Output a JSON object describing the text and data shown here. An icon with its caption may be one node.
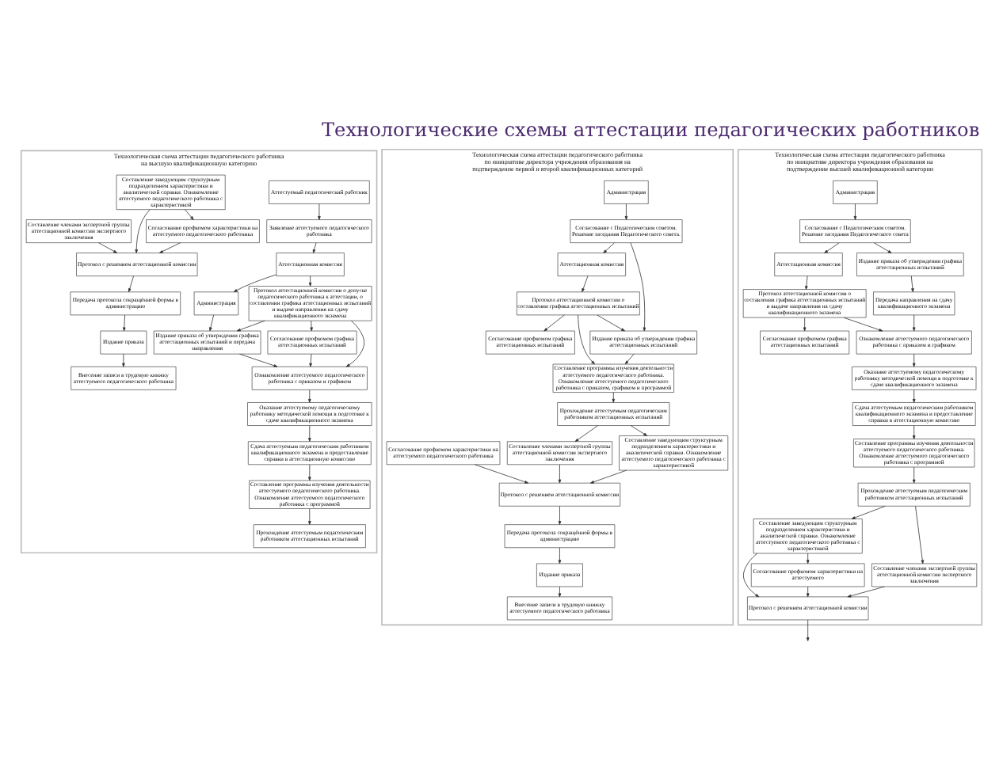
{
  "diagram": {
    "title": "Технологические схемы аттестации педагогических работников",
    "nodes": [
      {
        "text": [
          "Технологическая схема аттестации педагогического работника на высшую квалификационную категорию"
        ]
      },
      {
        "text": [
          "Аттестуемый педагогический работник"
        ],
        "in": 0
      },
      {
        "text": [
          "Заявление аттестуемого педагогического работника"
        ],
        "in": 0
      },
      {
        "text": [
          "Аттестационная комиссия"
        ],
        "in": 0
      },
      {
        "text": [
          "Администрация"
        ],
        "in": 0
      },
      {
        "text": [
          "Протокол аттестационной комиссии о допуске педагогического работника к аттестации, о составлении графика аттестационных испытаний и выдаче направления на сдачу квалификационного экзамена"
        ],
        "in": 0
      },
      {
        "text": [
          "Согласование профкомом графика аттестационных испытаний"
        ],
        "in": 0
      },
      {
        "text": [
          "Издание приказа об утверждении графика аттестационных испытаний и передача направления"
        ],
        "in": 0
      },
      {
        "text": [
          "Ознакомление аттестуемого педагогического работника с приказом и графиком"
        ],
        "in": 0
      },
      {
        "text": [
          "Оказание аттестуемому педагогическому работнику методической помощи в подготовке к сдаче квалификационного экзамена"
        ],
        "in": 0
      },
      {
        "text": [
          "Сдача аттестуемым педагогическим работником квалификационного экзамена и предоставление справки в аттестационную комиссию"
        ],
        "in": 0
      },
      {
        "text": [
          "Составление программы изучения деятельности аттестуемого педагогического работника. Ознакомление аттестуемого педагогического работника с программой"
        ],
        "in": 0
      },
      {
        "text": [
          "Прохождение аттестуемым педагогическим работником аттестационных испытаний"
        ],
        "in": 0
      },
      {
        "text": [
          "Составление заведующим структурным подразделением характеристики и аналитической справки. Ознакомление аттестуемого педагогического работника с характеристикой"
        ],
        "in": 0
      },
      {
        "text": [
          "Составление членами экспертной группы аттестационной комиссии экспертного заключения"
        ],
        "in": 0
      },
      {
        "text": [
          "Протокол с решением аттестационной комиссии"
        ],
        "in": 0
      },
      {
        "text": [
          "Согласование профкомом характеристики на аттестуемого педагогического работника"
        ],
        "in": 0
      },
      {
        "text": [
          "Передача протокола сокращённой формы в администрацию"
        ],
        "in": 0
      },
      {
        "text": [
          "Издание приказа"
        ],
        "in": 0
      },
      {
        "text": [
          "Внесение записи в трудовую книжку аттестуемого педагогического работника"
        ],
        "in": 0
      },
      {
        "text": [
          "Технологическая схема аттестации педагогического работника по инициативе директора учреждения образования на подтверждение первой и второй квалификационных категорий"
        ]
      },
      {
        "text": [
          "Администрация"
        ],
        "in": 20
      },
      {
        "text": [
          "Согласование с Педагогическим советом. Решение заседания Педагогического совета."
        ],
        "in": 20
      },
      {
        "text": [
          "Аттестационная комиссия"
        ],
        "in": 20
      },
      {
        "text": [
          "Протокол аттестационной комиссии о составлении графика аттестационных испытаний"
        ],
        "in": 20
      },
      {
        "text": [
          "Согласование профкомом графика аттестационных испытаний"
        ],
        "in": 20
      },
      {
        "text": [
          "Издание приказа об утверждении графика аттестационных испытаний"
        ],
        "in": 20
      },
      {
        "text": [
          "Составление программы изучения деятельности аттестуемого педагогического работника. Ознакомление аттестуемого педагогического работника с приказом, графиком и программой"
        ],
        "in": 20
      },
      {
        "text": [
          "Прохождение аттестуемым педагогическим работником аттестационных испытаний"
        ],
        "in": 20
      },
      {
        "text": [
          "Составление заведующим структурным подразделением характеристики и аналитической справки. Ознакомление аттестуемого педагогического работника с характеристикой"
        ],
        "in": 20
      },
      {
        "text": [
          "Составление членами экспертной группы аттестационной комиссии экспертного заключения"
        ],
        "in": 20
      },
      {
        "text": [
          "Протокол с решением аттестационной комиссии"
        ],
        "in": 20
      },
      {
        "text": [
          "Согласование профкомом характеристики на аттестуемого педагогического работника"
        ],
        "in": 20
      },
      {
        "text": [
          "Передача протокола сокращённой формы в администрацию"
        ],
        "in": 20
      },
      {
        "text": [
          "Издание приказа"
        ],
        "in": 20
      },
      {
        "text": [
          "Внесение записи в трудовую книжку аттестуемого педагогического работника"
        ],
        "in": 20
      },
      {
        "text": [
          "Технологическая схема аттестации педагогического работника по инициативе директора учреждения образования на подтверждение высшей квалификационной категории"
        ]
      },
      {
        "text": [
          "Администрация"
        ],
        "in": 36
      },
      {
        "text": [
          "Согласование с Педагогическим советом. Решение заседания Педагогического совета"
        ],
        "in": 36
      },
      {
        "text": [
          "Аттестационная комиссия"
        ],
        "in": 36
      },
      {
        "text": [
          "Издание приказа об утверждении графика аттестационных испытаний"
        ],
        "in": 36
      },
      {
        "text": [
          "Протокол аттестационной комиссии о составлении графика аттестационных испытаний и выдаче направления на сдачу квалификационного экзамена"
        ],
        "in": 36
      },
      {
        "text": [
          "Согласование профкомом графика аттестационных испытаний"
        ],
        "in": 36
      },
      {
        "text": [
          "Передача направления на сдачу квалификационного экзамена"
        ],
        "in": 36
      },
      {
        "text": [
          "Ознакомление аттестуемого педагогического работника с приказом и графиком"
        ],
        "in": 36
      },
      {
        "text": [
          "Оказание аттестуемому педагогическому работнику методической помощи в подготовке к сдаче квалификационного экзамена"
        ],
        "in": 36
      },
      {
        "text": [
          "Сдача аттестуемым педагогическим работником квалификационного экзамена и предоставление справки в аттестационную комиссию"
        ],
        "in": 36
      },
      {
        "text": [
          "Составление программы изучения деятельности аттестуемого педагогического работника. Ознакомление аттестуемого педагогического работника с программой"
        ],
        "in": 36
      },
      {
        "text": [
          "Прохождение аттестуемым педагогическим работником аттестационных испытаний"
        ],
        "in": 36
      },
      {
        "text": [
          "Составление заведующим структурным подразделением характеристики и аналитической справки. Ознакомление аттестуемого педагогического работника с характеристикой"
        ],
        "in": 36
      },
      {
        "text": [
          "Составление членами экспертной группы аттестационной комиссии экспертного заключения"
        ],
        "in": 36
      },
      {
        "text": [
          "Протокол с решением аттестационной комиссии"
        ],
        "in": 36
      },
      {
        "text": [
          "Согласование профкомом характеристики на аттестуемого"
        ],
        "in": 36
      }
    ],
    "edges": [
      {
        "from": 1,
        "to": 2,
        "arrow": "to"
      },
      {
        "from": 2,
        "to": 3,
        "arrow": "to"
      },
      {
        "from": 3,
        "to": 4,
        "arrow": "to"
      },
      {
        "from": 3,
        "to": 5,
        "arrow": "to"
      },
      {
        "from": 4,
        "to": 7,
        "arrow": "to"
      },
      {
        "from": 5,
        "to": 7,
        "arrow": "to"
      },
      {
        "from": 5,
        "to": 6,
        "arrow": "to"
      },
      {
        "from": 5,
        "to": 8,
        "arrow": "to"
      },
      {
        "from": 6,
        "to": 8,
        "arrow": "to"
      },
      {
        "from": 7,
        "to": 8,
        "arrow": "to"
      },
      {
        "from": 8,
        "to": 9,
        "arrow": "to"
      },
      {
        "from": 9,
        "to": 10,
        "arrow": "to"
      },
      {
        "from": 10,
        "to": 11,
        "arrow": "to"
      },
      {
        "from": 11,
        "to": 12,
        "arrow": "to"
      },
      {
        "from": 13,
        "to": 15,
        "arrow": "to"
      },
      {
        "from": 14,
        "to": 15,
        "arrow": "to"
      },
      {
        "from": 13,
        "to": 16,
        "arrow": "to"
      },
      {
        "from": 16,
        "to": 15,
        "arrow": "to"
      },
      {
        "from": 15,
        "to": 17,
        "arrow": "to"
      },
      {
        "from": 17,
        "to": 18,
        "arrow": "to"
      },
      {
        "from": 18,
        "to": 19,
        "arrow": "to"
      },
      {
        "from": 21,
        "to": 22,
        "arrow": "to"
      },
      {
        "from": 22,
        "to": 23,
        "arrow": "to"
      },
      {
        "from": 22,
        "to": 26,
        "arrow": "to"
      },
      {
        "from": 23,
        "to": 24,
        "arrow": "to"
      },
      {
        "from": 24,
        "to": 25,
        "arrow": "to"
      },
      {
        "from": 24,
        "to": 26,
        "arrow": "to"
      },
      {
        "from": 24,
        "to": 27,
        "arrow": "to"
      },
      {
        "from": 26,
        "to": 27,
        "arrow": "to"
      },
      {
        "from": 27,
        "to": 28,
        "arrow": "to"
      },
      {
        "from": 28,
        "to": 29,
        "arrow": "to"
      },
      {
        "from": 28,
        "to": 30,
        "arrow": "to"
      },
      {
        "from": 29,
        "to": 31,
        "arrow": "to"
      },
      {
        "from": 32,
        "to": 31,
        "arrow": "to"
      },
      {
        "from": 30,
        "to": 31,
        "arrow": "to"
      },
      {
        "from": 31,
        "to": 33,
        "arrow": "to"
      },
      {
        "from": 33,
        "to": 34,
        "arrow": "to"
      },
      {
        "from": 34,
        "to": 35,
        "arrow": "to"
      },
      {
        "from": 37,
        "to": 38,
        "arrow": "to"
      },
      {
        "from": 38,
        "to": 39,
        "arrow": "to"
      },
      {
        "from": 38,
        "to": 40,
        "arrow": "to"
      },
      {
        "from": 39,
        "to": 41,
        "arrow": "to"
      },
      {
        "from": 41,
        "to": 42,
        "arrow": "to"
      },
      {
        "from": 40,
        "to": 43,
        "arrow": "to"
      },
      {
        "from": 41,
        "to": 44,
        "arrow": "to"
      },
      {
        "from": 43,
        "to": 44,
        "arrow": "to"
      },
      {
        "from": 44,
        "to": 45,
        "arrow": "to"
      },
      {
        "from": 45,
        "to": 46,
        "arrow": "to"
      },
      {
        "from": 46,
        "to": 47,
        "arrow": "to"
      },
      {
        "from": 47,
        "to": 48,
        "arrow": "to"
      },
      {
        "from": 48,
        "to": 49,
        "arrow": "to"
      },
      {
        "from": 48,
        "to": 50,
        "arrow": "to"
      },
      {
        "from": 49,
        "to": 51,
        "arrow": "to"
      },
      {
        "from": 49,
        "to": 52,
        "arrow": "to"
      },
      {
        "from": 52,
        "to": 51,
        "arrow": "to"
      },
      {
        "from": 50,
        "to": 51,
        "arrow": "to"
      },
      {
        "from": 51,
        "to": null,
        "arrow": "to"
      }
    ]
  }
}
